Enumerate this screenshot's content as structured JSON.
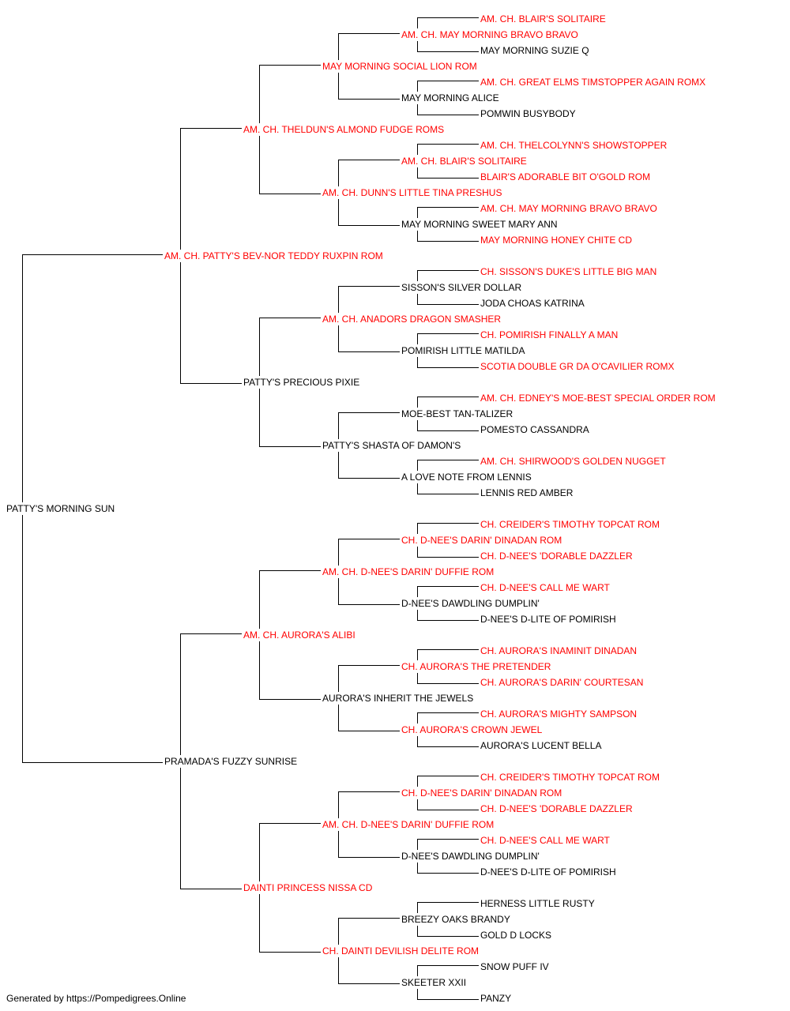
{
  "colors": {
    "champion": "#ff0000",
    "regular": "#000000",
    "line": "#000000"
  },
  "root": {
    "name": "PATTY'S MORNING SUN",
    "champ": false,
    "sire": {
      "name": "AM. CH. PATTY'S BEV-NOR TEDDY RUXPIN ROM",
      "champ": true,
      "sire": {
        "name": "AM. CH. THELDUN'S ALMOND FUDGE ROMS",
        "champ": true,
        "sire": {
          "name": "MAY MORNING SOCIAL LION ROM",
          "champ": true,
          "sire": {
            "name": "AM. CH. MAY MORNING BRAVO BRAVO",
            "champ": true,
            "sire": {
              "name": "AM. CH. BLAIR'S SOLITAIRE",
              "champ": true
            },
            "dam": {
              "name": "MAY MORNING SUZIE Q",
              "champ": false
            }
          },
          "dam": {
            "name": "MAY MORNING ALICE",
            "champ": false,
            "sire": {
              "name": "AM. CH. GREAT ELMS TIMSTOPPER AGAIN ROMX",
              "champ": true
            },
            "dam": {
              "name": "POMWIN BUSYBODY",
              "champ": false
            }
          }
        },
        "dam": {
          "name": "AM. CH. DUNN'S LITTLE TINA PRESHUS",
          "champ": true,
          "sire": {
            "name": "AM. CH. BLAIR'S SOLITAIRE",
            "champ": true,
            "sire": {
              "name": "AM. CH. THELCOLYNN'S SHOWSTOPPER",
              "champ": true
            },
            "dam": {
              "name": "BLAIR'S ADORABLE BIT O'GOLD ROM",
              "champ": true
            }
          },
          "dam": {
            "name": "MAY MORNING SWEET MARY ANN",
            "champ": false,
            "sire": {
              "name": "AM. CH. MAY MORNING BRAVO BRAVO",
              "champ": true
            },
            "dam": {
              "name": "MAY MORNING HONEY CHITE CD",
              "champ": true
            }
          }
        }
      },
      "dam": {
        "name": "PATTY'S PRECIOUS PIXIE",
        "champ": false,
        "sire": {
          "name": "AM. CH. ANADORS DRAGON SMASHER",
          "champ": true,
          "sire": {
            "name": "SISSON'S SILVER DOLLAR",
            "champ": false,
            "sire": {
              "name": "CH. SISSON'S DUKE'S LITTLE BIG MAN",
              "champ": true
            },
            "dam": {
              "name": "JODA CHOAS KATRINA",
              "champ": false
            }
          },
          "dam": {
            "name": "POMIRISH LITTLE MATILDA",
            "champ": false,
            "sire": {
              "name": "CH. POMIRISH FINALLY A MAN",
              "champ": true
            },
            "dam": {
              "name": "SCOTIA DOUBLE GR DA O'CAVILIER ROMX",
              "champ": true
            }
          }
        },
        "dam": {
          "name": "PATTY'S SHASTA OF DAMON'S",
          "champ": false,
          "sire": {
            "name": "MOE-BEST TAN-TALIZER",
            "champ": false,
            "sire": {
              "name": "AM. CH. EDNEY'S MOE-BEST SPECIAL ORDER ROM",
              "champ": true
            },
            "dam": {
              "name": "POMESTO CASSANDRA",
              "champ": false
            }
          },
          "dam": {
            "name": "A LOVE NOTE FROM LENNIS",
            "champ": false,
            "sire": {
              "name": "AM. CH. SHIRWOOD'S GOLDEN NUGGET",
              "champ": true
            },
            "dam": {
              "name": "LENNIS RED AMBER",
              "champ": false
            }
          }
        }
      }
    },
    "dam": {
      "name": "PRAMADA'S FUZZY SUNRISE",
      "champ": false,
      "sire": {
        "name": "AM. CH. AURORA'S ALIBI",
        "champ": true,
        "sire": {
          "name": "AM. CH. D-NEE'S DARIN' DUFFIE ROM",
          "champ": true,
          "sire": {
            "name": "CH. D-NEE'S DARIN' DINADAN ROM",
            "champ": true,
            "sire": {
              "name": "CH. CREIDER'S TIMOTHY TOPCAT ROM",
              "champ": true
            },
            "dam": {
              "name": "CH. D-NEE'S 'DORABLE DAZZLER",
              "champ": true
            }
          },
          "dam": {
            "name": "D-NEE'S DAWDLING DUMPLIN'",
            "champ": false,
            "sire": {
              "name": "CH. D-NEE'S CALL ME WART",
              "champ": true
            },
            "dam": {
              "name": "D-NEE'S D-LITE OF POMIRISH",
              "champ": false
            }
          }
        },
        "dam": {
          "name": "AURORA'S INHERIT THE JEWELS",
          "champ": false,
          "sire": {
            "name": "CH. AURORA'S THE PRETENDER",
            "champ": true,
            "sire": {
              "name": "CH. AURORA'S INAMINIT DINADAN",
              "champ": true
            },
            "dam": {
              "name": "CH. AURORA'S DARIN' COURTESAN",
              "champ": true
            }
          },
          "dam": {
            "name": "CH. AURORA'S CROWN JEWEL",
            "champ": true,
            "sire": {
              "name": "CH. AURORA'S MIGHTY SAMPSON",
              "champ": true
            },
            "dam": {
              "name": "AURORA'S LUCENT BELLA",
              "champ": false
            }
          }
        }
      },
      "dam": {
        "name": "DAINTI PRINCESS NISSA CD",
        "champ": true,
        "sire": {
          "name": "AM. CH. D-NEE'S DARIN' DUFFIE ROM",
          "champ": true,
          "sire": {
            "name": "CH. D-NEE'S DARIN' DINADAN ROM",
            "champ": true,
            "sire": {
              "name": "CH. CREIDER'S TIMOTHY TOPCAT ROM",
              "champ": true
            },
            "dam": {
              "name": "CH. D-NEE'S 'DORABLE DAZZLER",
              "champ": true
            }
          },
          "dam": {
            "name": "D-NEE'S DAWDLING DUMPLIN'",
            "champ": false,
            "sire": {
              "name": "CH. D-NEE'S CALL ME WART",
              "champ": true
            },
            "dam": {
              "name": "D-NEE'S D-LITE OF POMIRISH",
              "champ": false
            }
          }
        },
        "dam": {
          "name": "CH. DAINTI DEVILISH DELITE ROM",
          "champ": true,
          "sire": {
            "name": "BREEZY OAKS BRANDY",
            "champ": false,
            "sire": {
              "name": "HERNESS LITTLE RUSTY",
              "champ": false
            },
            "dam": {
              "name": "GOLD D LOCKS",
              "champ": false
            }
          },
          "dam": {
            "name": "SKEETER XXII",
            "champ": false,
            "sire": {
              "name": "SNOW PUFF IV",
              "champ": false
            },
            "dam": {
              "name": "PANZY",
              "champ": false
            }
          }
        }
      }
    }
  },
  "footer": "Generated by https://Pompedigrees.Online"
}
